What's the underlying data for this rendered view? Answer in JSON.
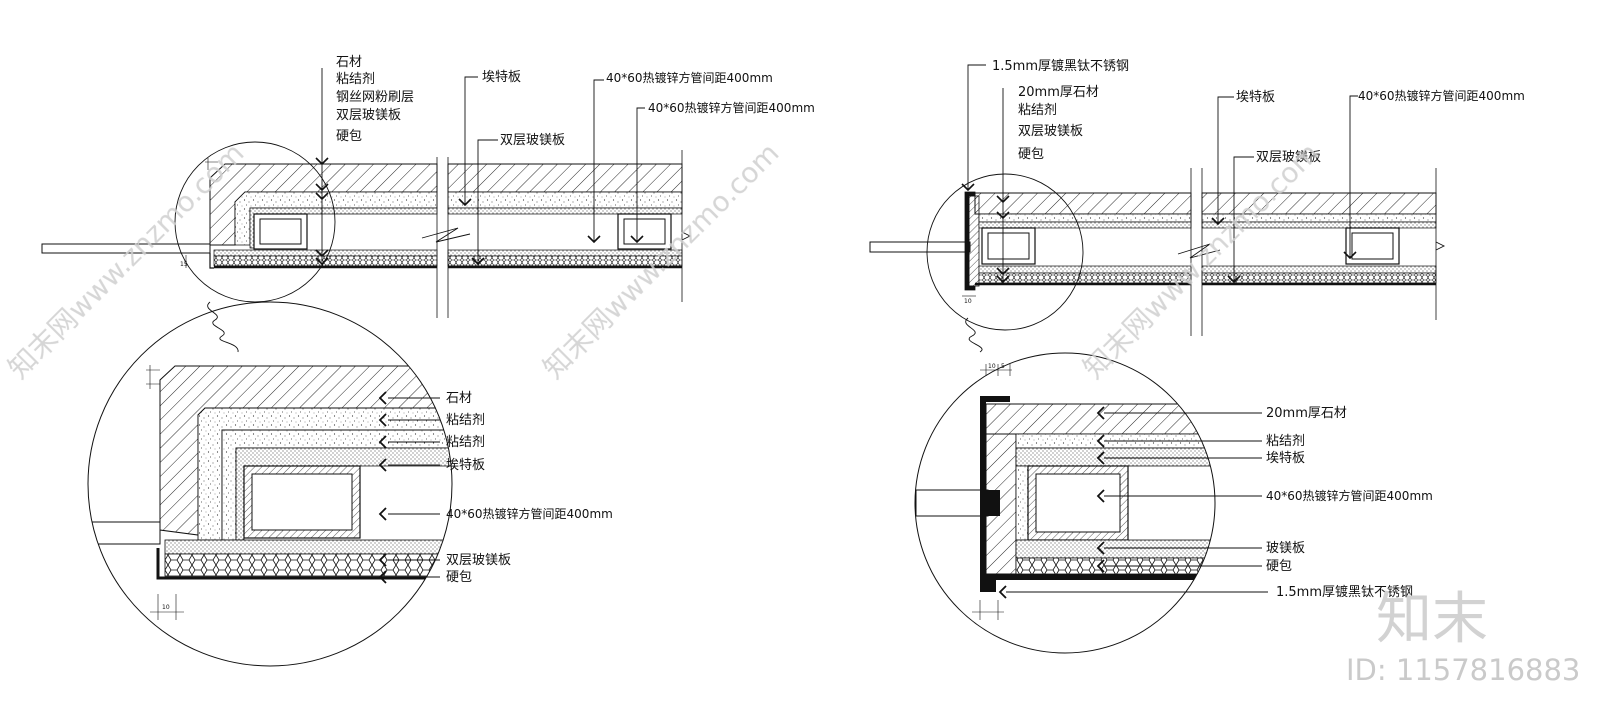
{
  "detail_a_overview": {
    "leader_stone": "石材",
    "leader_adhesive": "粘结剂",
    "leader_mesh": "钢丝网粉刷层",
    "leader_dbl_mg": "双层玻镁板",
    "leader_hard": "硬包",
    "leader_ete": "埃特板",
    "leader_tube1": "40*60热镀锌方管间距400mm",
    "leader_tube2": "40*60热镀锌方管间距400mm",
    "leader_dbl_mg_2": "双层玻镁板",
    "dim_15": "15"
  },
  "detail_a_zoom": {
    "stone": "石材",
    "adhesive_1": "粘结剂",
    "adhesive_2": "粘结剂",
    "ete": "埃特板",
    "tube": "40*60热镀锌方管间距400mm",
    "dbl_mg": "双层玻镁板",
    "hard": "硬包",
    "dim_10": "10"
  },
  "detail_b_overview": {
    "steel": "1.5mm厚镀黑钛不锈钢",
    "stone": "20mm厚石材",
    "adhesive": "粘结剂",
    "dbl_mg": "双层玻镁板",
    "hard": "硬包",
    "ete": "埃特板",
    "tube": "40*60热镀锌方管间距400mm",
    "dbl_mg_2": "双层玻镁板",
    "dim_10": "10"
  },
  "detail_b_zoom": {
    "stone": "20mm厚石材",
    "adhesive": "粘结剂",
    "ete": "埃特板",
    "tube": "40*60热镀锌方管间距400mm",
    "mg": "玻镁板",
    "hard": "硬包",
    "steel": "1.5mm厚镀黑钛不锈钢",
    "dim_10": "10",
    "dim_5": "5"
  },
  "watermark": {
    "text": "知末网www.znzmo.com",
    "logo": "知末",
    "id": "ID: 1157816883"
  },
  "colors": {
    "line": "#111111",
    "watermark": "#cfcfcf"
  }
}
